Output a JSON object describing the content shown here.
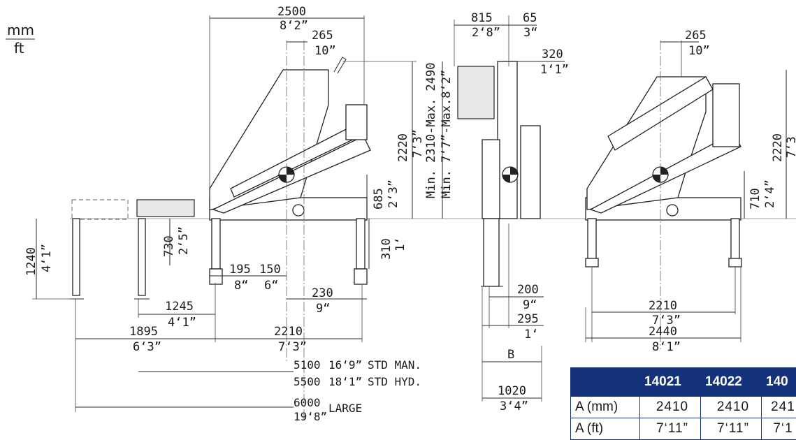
{
  "units": {
    "primary": "mm",
    "secondary": "ft"
  },
  "side_view": {
    "overall_length": {
      "mm": "2500",
      "ft": "8‘2”"
    },
    "column_offset": {
      "mm": "265",
      "ft": "10”"
    },
    "height": {
      "mm": "2220",
      "ft": "7‘3”"
    },
    "pivot_height": {
      "mm": "685",
      "ft": "2‘3”"
    },
    "foot_height": {
      "mm": "310",
      "ft": "1‘"
    },
    "leg_height_a": {
      "mm": "730",
      "ft": "2‘5”"
    },
    "leg_height_b": {
      "mm": "1240",
      "ft": "4‘1”"
    },
    "foot_gap_a": {
      "mm": "195",
      "ft": "8“"
    },
    "foot_gap_b": {
      "mm": "150",
      "ft": "6“"
    },
    "foot_gap_c": {
      "mm": "230",
      "ft": "9“"
    },
    "span_a": {
      "mm": "1245",
      "ft": "4‘1”"
    },
    "span_b": {
      "mm": "1895",
      "ft": "6‘3”"
    },
    "span_c": {
      "mm": "2210",
      "ft": "7‘3”"
    },
    "spans": [
      {
        "mm": "5100",
        "ft": "16‘9”",
        "label": "STD MAN."
      },
      {
        "mm": "5500",
        "ft": "18‘1”",
        "label": "STD HYD."
      },
      {
        "mm": "6000",
        "ft": "19‘8”",
        "label": "LARGE"
      }
    ]
  },
  "front_view": {
    "width_a": {
      "mm": "815",
      "ft": "2‘8”"
    },
    "width_b": {
      "mm": "65",
      "ft": "3“"
    },
    "width_c": {
      "mm": "320",
      "ft": "1‘1”"
    },
    "height_range": {
      "mm": "Min. 2310-Max. 2490",
      "ft": "Min. 7‘7”-Max.8‘2”"
    },
    "offset_a": {
      "mm": "200",
      "ft": "9“"
    },
    "offset_b": {
      "mm": "295",
      "ft": "1‘"
    },
    "label_b": "B",
    "base_width": {
      "mm": "1020",
      "ft": "3‘4”"
    }
  },
  "rear_view": {
    "column_offset": {
      "mm": "265",
      "ft": "10”"
    },
    "height": {
      "mm": "2220",
      "ft": "7‘3"
    },
    "pivot_height": {
      "mm": "710",
      "ft": "2‘4”"
    },
    "span_a": {
      "mm": "2210",
      "ft": "7‘3”"
    },
    "span_b": {
      "mm": "2440",
      "ft": "8‘1”"
    }
  },
  "table": {
    "headers": [
      "",
      "14021",
      "14022",
      "140"
    ],
    "rows": [
      [
        "A (mm)",
        "2410",
        "2410",
        "241"
      ],
      [
        "A (ft)",
        "7‘11”",
        "7‘11”",
        "7‘1"
      ]
    ]
  }
}
